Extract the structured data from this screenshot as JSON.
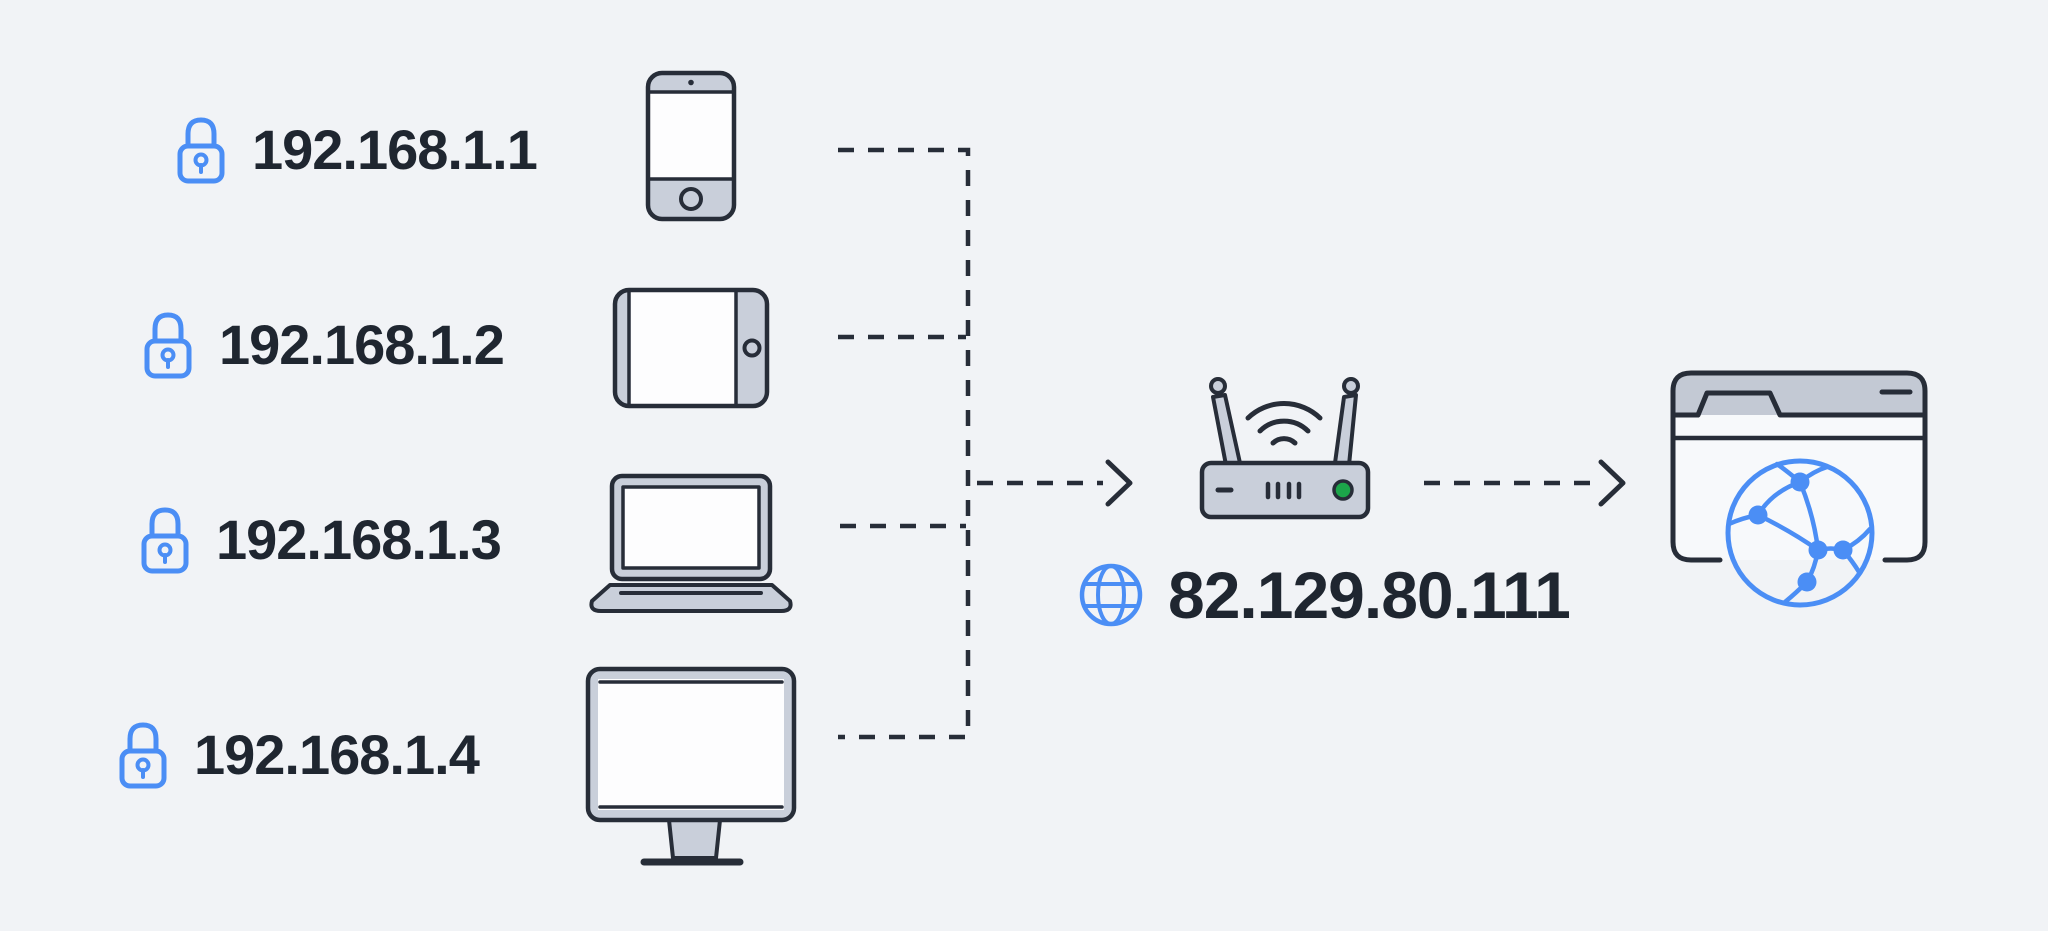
{
  "diagram": {
    "type": "home-network-nat-diagram",
    "lan_devices": [
      {
        "ip": "192.168.1.1",
        "device": "smartphone",
        "lock_icon": "lock-icon"
      },
      {
        "ip": "192.168.1.2",
        "device": "tablet",
        "lock_icon": "lock-icon"
      },
      {
        "ip": "192.168.1.3",
        "device": "laptop",
        "lock_icon": "lock-icon"
      },
      {
        "ip": "192.168.1.4",
        "device": "desktop-computer",
        "lock_icon": "lock-icon"
      }
    ],
    "router": {
      "public_ip": "82.129.80.111",
      "icon": "wifi-router-icon",
      "ip_icon": "globe-icon",
      "led": "green-status-led"
    },
    "internet": {
      "icon": "browser-network-globe-icon"
    }
  },
  "colors": {
    "background": "#F1F3F6",
    "ink": "#272D38",
    "text": "#1F2630",
    "accent_blue": "#4B8EF5",
    "device_gray": "#C9CFDA",
    "screen_white": "#FDFDFE",
    "window_fill": "#F7F9FB",
    "browser_header_gray": "#C3C9D4",
    "led_green": "#1CA64A"
  }
}
